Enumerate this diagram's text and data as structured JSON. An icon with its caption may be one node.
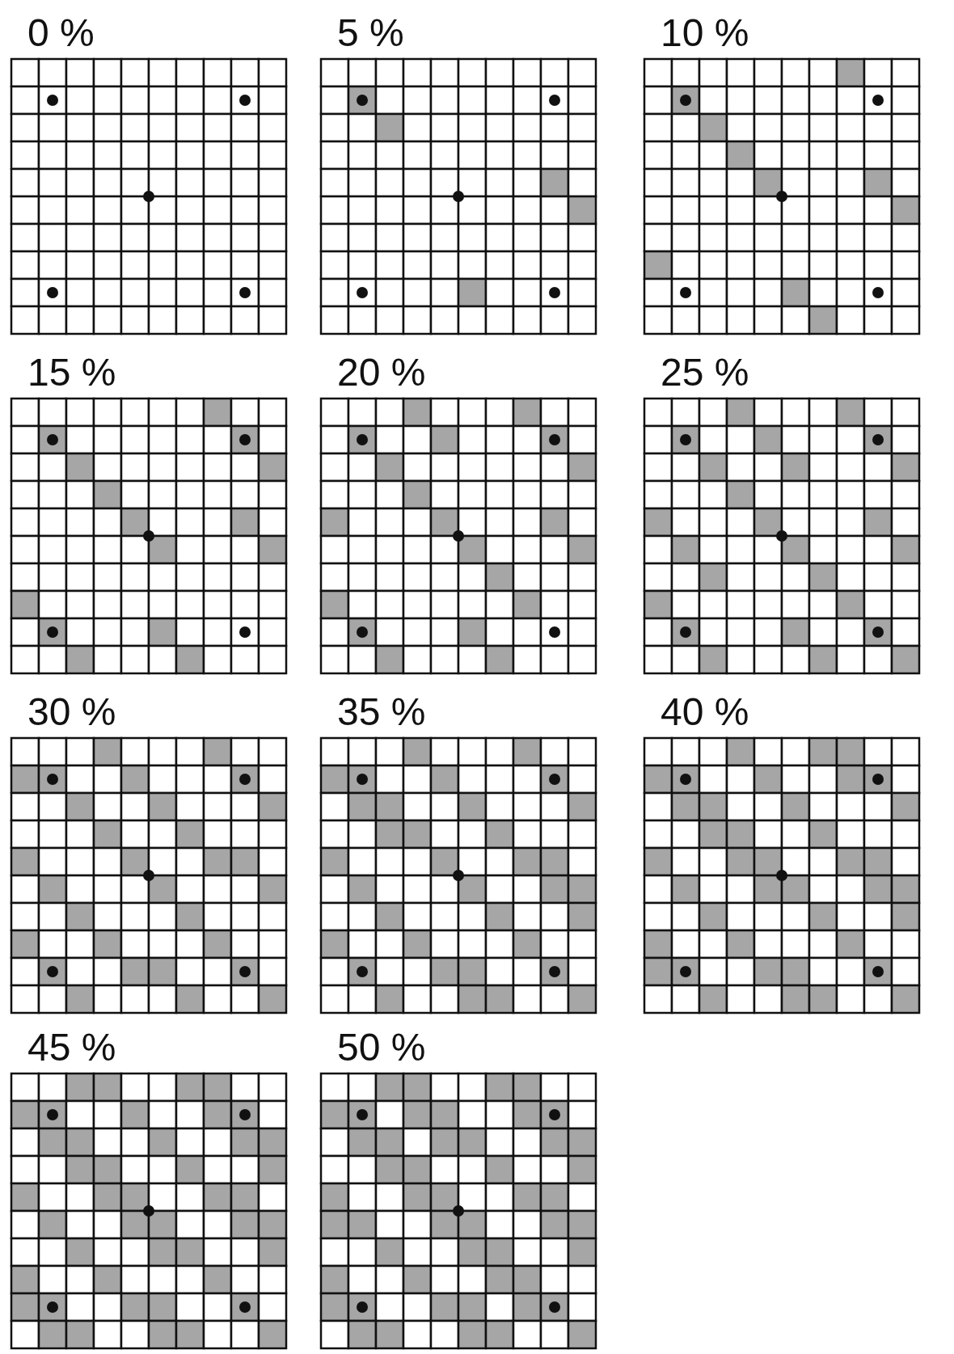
{
  "diagram": {
    "labels": [
      "0 %",
      "5 %",
      "10 %",
      "15 %",
      "20 %",
      "25 %",
      "30 %",
      "35 %",
      "40 %",
      "45 %",
      "50 %"
    ]
  }
}
